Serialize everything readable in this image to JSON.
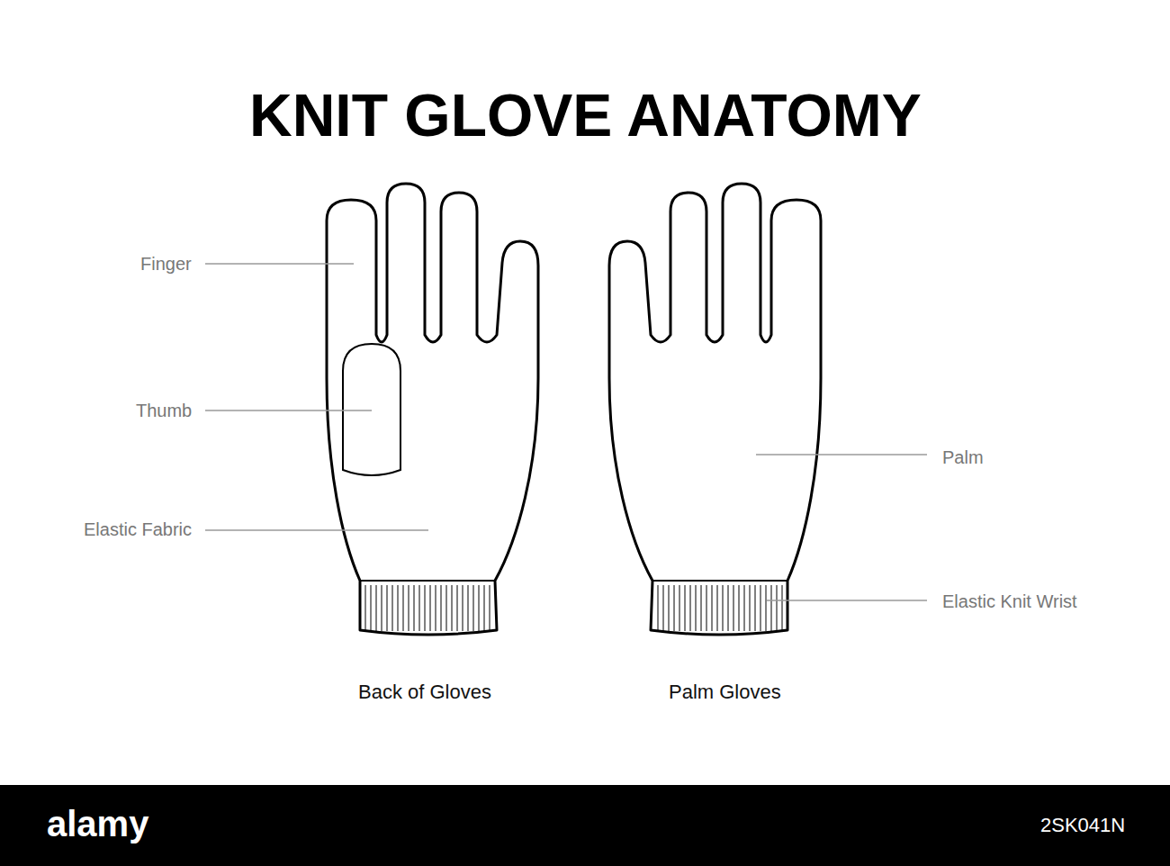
{
  "diagram": {
    "title": "KNIT GLOVE ANATOMY",
    "labels": [
      "Finger",
      "Thumb",
      "Elastic Fabric",
      "Palm",
      "Elastic Knit Wrist",
      "Back of Gloves",
      "Palm Gloves",
      "alamy",
      "2SK041N"
    ]
  }
}
